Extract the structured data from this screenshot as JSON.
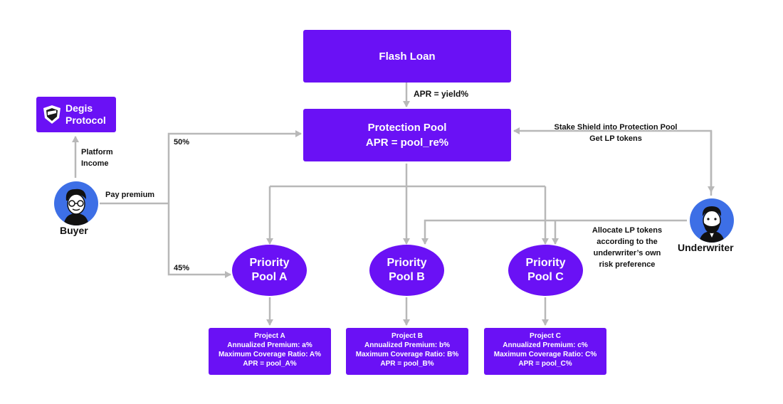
{
  "flash_loan": {
    "label": "Flash Loan"
  },
  "apr_yield": "APR = yield%",
  "protection_pool": {
    "title": "Protection Pool",
    "apr": "APR = pool_re%"
  },
  "degis": {
    "line1": "Degis",
    "line2": "Protocol",
    "icon": "shield-logo-icon"
  },
  "platform_income": {
    "line1": "Platform",
    "line2": "Income"
  },
  "buyer": {
    "label": "Buyer",
    "action": "Pay premium"
  },
  "split": {
    "top": "50%",
    "bottom": "45%"
  },
  "underwriter": {
    "label": "Underwriter",
    "stake_line1": "Stake Shield into Protection Pool",
    "stake_line2": "Get LP tokens",
    "allocate": [
      "Allocate LP tokens",
      "according to the",
      "underwriter’s own",
      "risk preference"
    ]
  },
  "pools": [
    {
      "line1": "Priority",
      "line2": "Pool A",
      "project": "Project A",
      "premium": "Annualized Premium: a%",
      "coverage": "Maximum Coverage Ratio: A%",
      "apr": "APR = pool_A%"
    },
    {
      "line1": "Priority",
      "line2": "Pool B",
      "project": "Project B",
      "premium": "Annualized Premium: b%",
      "coverage": "Maximum Coverage Ratio: B%",
      "apr": "APR = pool_B%"
    },
    {
      "line1": "Priority",
      "line2": "Pool C",
      "project": "Project C",
      "premium": "Annualized Premium: c%",
      "coverage": "Maximum Coverage Ratio: C%",
      "apr": "APR = pool_C%"
    }
  ],
  "colors": {
    "primary": "#6a11f5",
    "line": "#b8b8b8",
    "avatar_bg": "#3d6fe6"
  }
}
